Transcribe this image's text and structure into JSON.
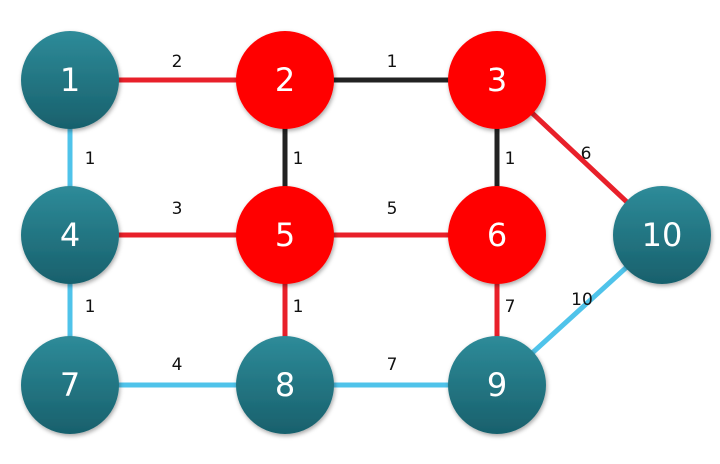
{
  "colors": {
    "red": "#ff0000",
    "teal_light": "#2e8b99",
    "teal_dark": "#18606c",
    "edge_red": "#e8202a",
    "edge_black": "#222222",
    "edge_blue": "#4fc3ea",
    "text_dark": "#111111",
    "node_text": "#ffffff"
  },
  "nodes": [
    {
      "id": "1",
      "label": "1",
      "color": "teal"
    },
    {
      "id": "2",
      "label": "2",
      "color": "red"
    },
    {
      "id": "3",
      "label": "3",
      "color": "red"
    },
    {
      "id": "4",
      "label": "4",
      "color": "teal"
    },
    {
      "id": "5",
      "label": "5",
      "color": "red"
    },
    {
      "id": "6",
      "label": "6",
      "color": "red"
    },
    {
      "id": "7",
      "label": "7",
      "color": "teal"
    },
    {
      "id": "8",
      "label": "8",
      "color": "teal"
    },
    {
      "id": "9",
      "label": "9",
      "color": "teal"
    },
    {
      "id": "10",
      "label": "10",
      "color": "teal"
    }
  ],
  "edges": [
    {
      "from": "1",
      "to": "2",
      "weight": "2",
      "color": "red"
    },
    {
      "from": "2",
      "to": "3",
      "weight": "1",
      "color": "black"
    },
    {
      "from": "3",
      "to": "10",
      "weight": "6",
      "color": "red"
    },
    {
      "from": "1",
      "to": "4",
      "weight": "1",
      "color": "blue"
    },
    {
      "from": "2",
      "to": "5",
      "weight": "1",
      "color": "black"
    },
    {
      "from": "3",
      "to": "6",
      "weight": "1",
      "color": "black"
    },
    {
      "from": "4",
      "to": "5",
      "weight": "3",
      "color": "red"
    },
    {
      "from": "5",
      "to": "6",
      "weight": "5",
      "color": "red"
    },
    {
      "from": "4",
      "to": "7",
      "weight": "1",
      "color": "blue"
    },
    {
      "from": "5",
      "to": "8",
      "weight": "1",
      "color": "red"
    },
    {
      "from": "6",
      "to": "9",
      "weight": "7",
      "color": "red"
    },
    {
      "from": "7",
      "to": "8",
      "weight": "4",
      "color": "blue"
    },
    {
      "from": "8",
      "to": "9",
      "weight": "7",
      "color": "blue"
    },
    {
      "from": "9",
      "to": "10",
      "weight": "10",
      "color": "blue"
    }
  ]
}
